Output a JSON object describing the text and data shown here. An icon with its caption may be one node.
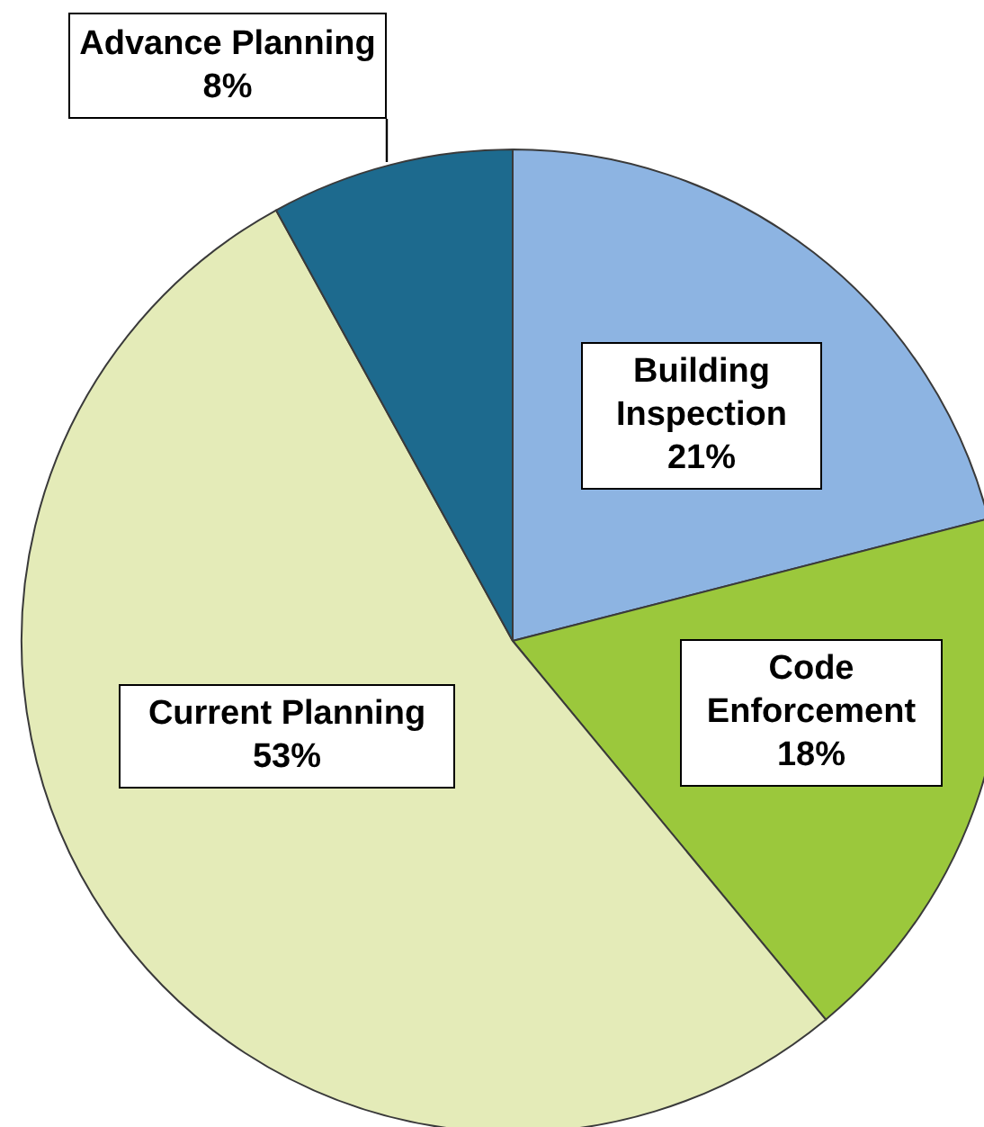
{
  "diagram": {
    "chart_data": {
      "type": "pie",
      "categories": [
        "Building Inspection",
        "Code Enforcement",
        "Current Planning",
        "Advance Planning"
      ],
      "series": [
        {
          "values": [
            21,
            18,
            53,
            8
          ]
        }
      ],
      "value_labels": [
        "21%",
        "18%",
        "53%",
        "8%"
      ]
    }
  }
}
